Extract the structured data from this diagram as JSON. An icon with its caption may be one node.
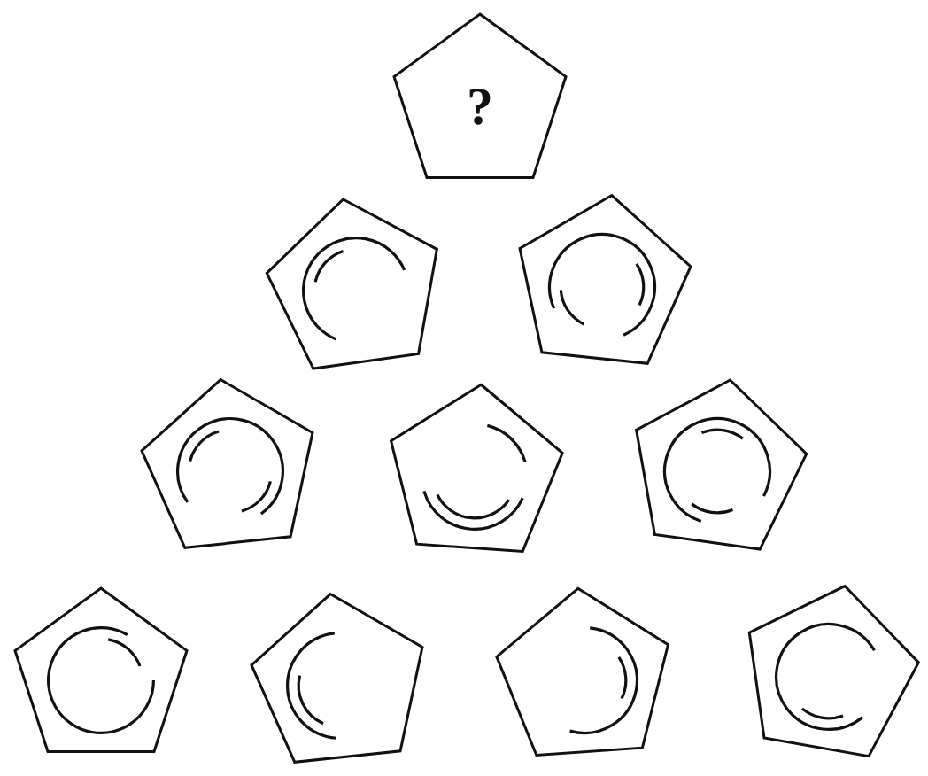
{
  "diagram": {
    "nodes": [
      {
        "text": [
          "?"
        ]
      },
      {
        "text": [],
        "shape": "pentagon"
      },
      {
        "text": [],
        "shape": "pentagon"
      },
      {
        "text": [],
        "shape": "pentagon"
      },
      {
        "text": [],
        "shape": "pentagon"
      },
      {
        "text": [],
        "shape": "pentagon"
      },
      {
        "text": [],
        "shape": "pentagon"
      },
      {
        "text": [],
        "shape": "pentagon"
      },
      {
        "text": [],
        "shape": "pentagon"
      },
      {
        "text": [],
        "shape": "pentagon"
      }
    ]
  }
}
